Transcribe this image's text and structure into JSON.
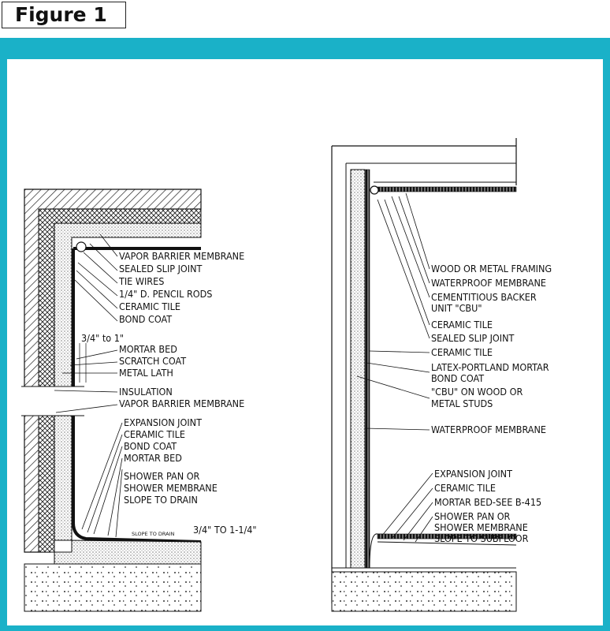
{
  "figure_label": "Figure 1",
  "colors": {
    "frame": "#1ab1c8",
    "ink": "#111111"
  },
  "left_detail": {
    "labels": [
      "VAPOR BARRIER MEMBRANE",
      "SEALED SLIP JOINT",
      "TIE WIRES",
      "1/4\" D. PENCIL RODS",
      "CERAMIC TILE",
      "BOND COAT",
      "3/4\" to 1\"",
      "MORTAR BED",
      "SCRATCH COAT",
      "METAL LATH",
      "INSULATION",
      "VAPOR BARRIER MEMBRANE",
      "EXPANSION JOINT",
      "CERAMIC TILE",
      "BOND COAT",
      "MORTAR BED",
      "SHOWER PAN OR",
      "SHOWER MEMBRANE",
      "SLOPE TO DRAIN",
      "3/4\" TO 1-1/4\""
    ],
    "slope_note": "SLOPE TO DRAIN"
  },
  "right_detail": {
    "labels": [
      "WOOD OR METAL FRAMING",
      "WATERPROOF MEMBRANE",
      "CEMENTITIOUS BACKER",
      "UNIT \"CBU\"",
      "CERAMIC TILE",
      "SEALED SLIP JOINT",
      "CERAMIC TILE",
      "LATEX-PORTLAND MORTAR",
      "BOND COAT",
      "\"CBU\" ON WOOD OR",
      "METAL STUDS",
      "WATERPROOF MEMBRANE",
      "EXPANSION JOINT",
      "CERAMIC TILE",
      "MORTAR BED-SEE B-415",
      "SHOWER PAN OR",
      "SHOWER MEMBRANE",
      "SLOPE TO SUBFLOOR"
    ]
  }
}
